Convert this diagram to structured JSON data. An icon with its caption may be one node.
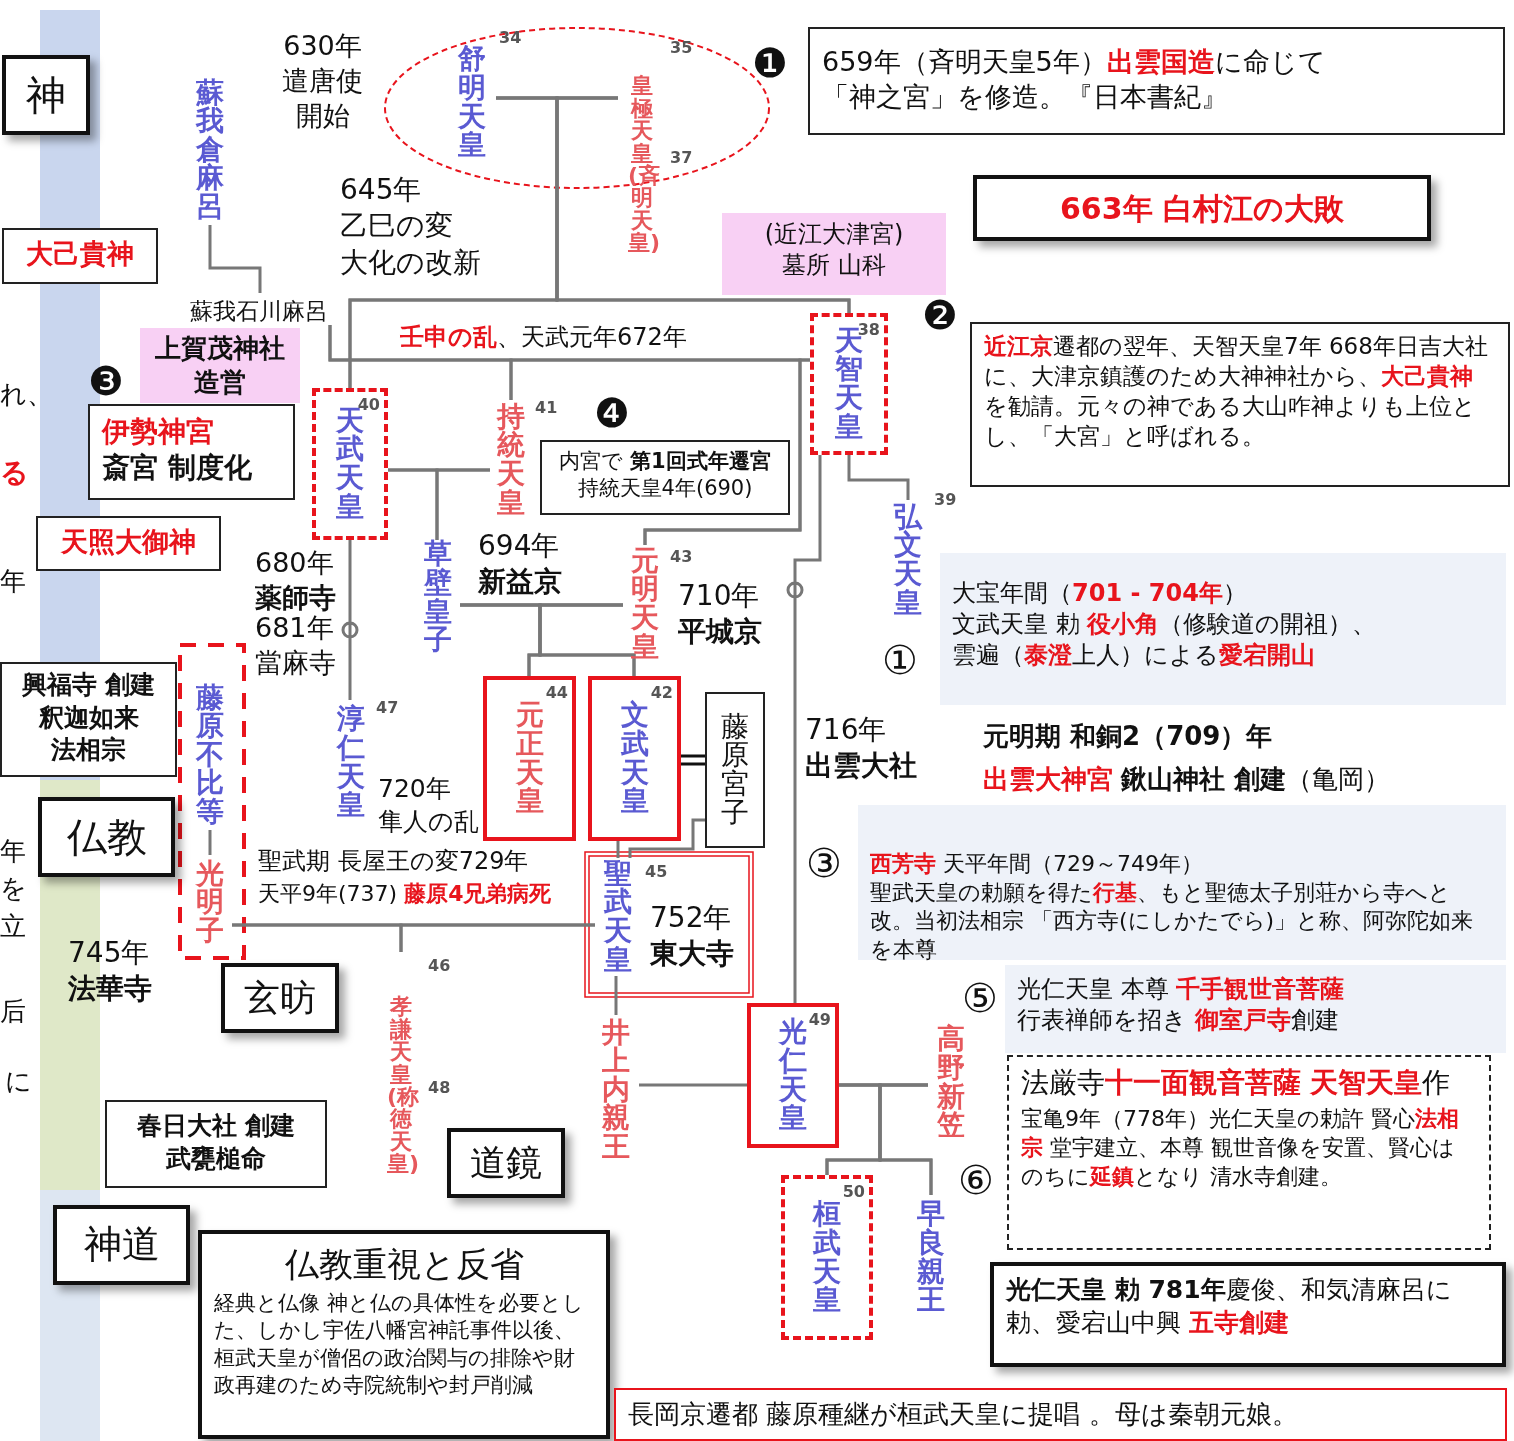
{
  "diagram": {
    "nodes": [
      {
        "text": [
          "神"
        ]
      },
      {
        "text": [
          "蘇我倉麻呂"
        ]
      },
      {
        "text": [
          "舒明天皇"
        ],
        "beside": [
          "34"
        ]
      },
      {
        "text": [
          "皇極天皇(斉明天皇)"
        ],
        "beside": [
          "35",
          "37"
        ]
      },
      {
        "text": [
          "大己貴神"
        ]
      },
      {
        "text": [
          "蘇我石川麻呂"
        ]
      },
      {
        "text": [
          "(近江大津宮)墓所 山科"
        ]
      },
      {
        "text": [
          "上賀茂神社造営"
        ]
      },
      {
        "text": [
          "伊勢神宮",
          "斎宮 制度化"
        ]
      },
      {
        "text": [
          "天照大御神"
        ]
      },
      {
        "text": [
          "天智天皇",
          "38"
        ]
      },
      {
        "text": [
          "天武天皇",
          "40"
        ]
      },
      {
        "text": [
          "持統天皇"
        ],
        "beside": [
          "41"
        ]
      },
      {
        "text": [
          "弘文天皇"
        ],
        "beside": [
          "39"
        ]
      },
      {
        "text": [
          "草壁皇子"
        ]
      },
      {
        "text": [
          "元明天皇"
        ],
        "beside": [
          "43"
        ]
      },
      {
        "text": [
          "藤原不比等"
        ]
      },
      {
        "text": [
          "光明子"
        ]
      },
      {
        "text": [
          "興福寺 創建釈迦如来法相宗"
        ]
      },
      {
        "text": [
          "淳仁天皇"
        ],
        "beside": [
          "47"
        ]
      },
      {
        "text": [
          "元正天皇",
          "44"
        ]
      },
      {
        "text": [
          "文武天皇",
          "42"
        ]
      },
      {
        "text": [
          "藤原宮子"
        ]
      },
      {
        "text": [
          "仏教"
        ]
      },
      {
        "text": [
          "聖武天皇"
        ],
        "beside": [
          "45"
        ]
      },
      {
        "text": [
          "玄昉"
        ]
      },
      {
        "text": [
          "孝謙天皇(称徳天皇)"
        ],
        "beside": [
          "46",
          "48"
        ]
      },
      {
        "text": [
          "井上内親王"
        ]
      },
      {
        "text": [
          "光仁天皇",
          "49"
        ]
      },
      {
        "text": [
          "高野新笠"
        ]
      },
      {
        "text": [
          "春日大社 創建武甕槌命"
        ]
      },
      {
        "text": [
          "道鏡"
        ]
      },
      {
        "text": [
          "桓武天皇",
          "50"
        ]
      },
      {
        "text": [
          "早良親王"
        ]
      },
      {
        "text": [
          "神道"
        ]
      },
      {
        "text": [
          "仏教重視と反省",
          "経典と仏像 神と仏の具体性を必要とした、しかし宇佐八幡宮神託事件以後、桓武天皇が僧侶の政治関与の排除や財政再建のため寺院統制や封戸削減"
        ]
      },
      {
        "text": [
          "長岡京遷都 藤原種継が桓武天皇に提唱 。母は秦朝元娘。"
        ]
      },
      {
        "text": [
          "659年（斉明天皇5年）**出雲国造**に命じて「神之宮」を修造。『日本書紀』"
        ],
        "beside": [
          "❶"
        ]
      },
      {
        "text": [
          "663年 白村江の大敗"
        ]
      },
      {
        "text": [
          "**近江京**遷都の翌年、天智天皇7年 668年日吉大社に、大津京鎮護のため大神神社から、**大己貴神**を勧請。元々の神である大山咋神よりも上位とし、「大宮」と呼ばれる。"
        ],
        "beside": [
          "❷"
        ]
      },
      {
        "text": [
          "内宮で **第1回式年遷宮**持統天皇4年(690)"
        ],
        "beside": [
          "❹"
        ]
      },
      {
        "text": [
          "大宝年間（**701 - 704年**）文武天皇 勅 **役小角**（修験道の開祖）、雲遍（**泰澄**上人）による**愛宕開山**"
        ],
        "beside": [
          "①"
        ]
      },
      {
        "text": [
          "**西芳寺** 天平年間（729～749年）聖武天皇の勅願を得た**行基**、もと聖徳太子別荘から寺へと改。当初法相宗 「西方寺(にしかたでら)」と称、阿弥陀如来を本尊"
        ],
        "beside": [
          "③"
        ]
      },
      {
        "text": [
          "光仁天皇 本尊 **千手観世音菩薩**行表禅師を招き **御室戸寺**創建"
        ],
        "beside": [
          "⑤"
        ]
      },
      {
        "text": [
          "法厳寺**十一面観音菩薩** **天智天皇**作",
          "宝亀9年（778年）光仁天皇の勅許 賢心**法相宗** 堂宇建立、本尊 観世音像を安置、賢心はのちに**延鎮**となり 清水寺創建。"
        ],
        "beside": [
          "⑥"
        ]
      },
      {
        "text": [
          "**光仁天皇 勅 781年**慶俊、和気清麻呂に勅、愛宕山中興 *五寺創建*"
        ]
      }
    ],
    "edges": [
      {
        "from": 2,
        "to": 3,
        "arrow": "none"
      },
      {
        "from": 2,
        "to": 10,
        "arrow": "none"
      },
      {
        "from": 3,
        "to": 10,
        "arrow": "none"
      },
      {
        "from": 2,
        "to": 11,
        "arrow": "none"
      },
      {
        "from": 3,
        "to": 11,
        "arrow": "none"
      },
      {
        "from": 1,
        "to": 5,
        "arrow": "none"
      },
      {
        "from": 5,
        "to": 12,
        "arrow": "none"
      },
      {
        "from": 5,
        "to": 15,
        "arrow": "none"
      },
      {
        "from": 10,
        "to": 12,
        "arrow": "none"
      },
      {
        "from": 10,
        "to": 15,
        "arrow": "none"
      },
      {
        "from": 11,
        "to": 12,
        "arrow": "none"
      },
      {
        "from": 11,
        "to": 14,
        "arrow": "none"
      },
      {
        "from": 12,
        "to": 14,
        "arrow": "none"
      },
      {
        "from": 14,
        "to": 15,
        "arrow": "none"
      },
      {
        "from": 14,
        "to": 20,
        "arrow": "none"
      },
      {
        "from": 15,
        "to": 20,
        "arrow": "none"
      },
      {
        "from": 14,
        "to": 21,
        "arrow": "none"
      },
      {
        "from": 15,
        "to": 21,
        "arrow": "none"
      },
      {
        "from": 21,
        "to": 22,
        "arrow": "none",
        "color": "#111111"
      },
      {
        "from": 21,
        "to": 24,
        "arrow": "none"
      },
      {
        "from": 22,
        "to": 24,
        "arrow": "none"
      },
      {
        "from": 16,
        "to": 17,
        "arrow": "none"
      },
      {
        "from": 24,
        "to": 17,
        "arrow": "none"
      },
      {
        "from": 24,
        "to": 26,
        "arrow": "none"
      },
      {
        "from": 17,
        "to": 26,
        "arrow": "none"
      },
      {
        "from": 24,
        "to": 27,
        "arrow": "none"
      },
      {
        "from": 11,
        "to": 19,
        "arrow": "none"
      },
      {
        "from": 10,
        "to": 13,
        "arrow": "none"
      },
      {
        "from": 10,
        "to": 28,
        "arrow": "none"
      },
      {
        "from": 27,
        "to": 28,
        "arrow": "none"
      },
      {
        "from": 28,
        "to": 29,
        "arrow": "none"
      },
      {
        "from": 28,
        "to": 32,
        "arrow": "none"
      },
      {
        "from": 29,
        "to": 32,
        "arrow": "none"
      },
      {
        "from": 28,
        "to": 33,
        "arrow": "none"
      },
      {
        "from": 29,
        "to": 33,
        "arrow": "none"
      }
    ],
    "labels": [
      "630年遣唐使開始",
      "645年乙巳の変大化の改新",
      "*壬申の乱*、天武元年672年",
      "680年**薬師寺**",
      "681年當麻寺",
      "694年**新益京**",
      "710年**平城京**",
      "720年隼人の乱",
      "聖武期 長屋王の変729年",
      "天平9年(737) *藤原4兄弟病死*",
      "745年**法華寺**",
      "752年**東大寺**",
      "716年**出雲大社**",
      "**元明期 和銅2（709）年**",
      "*出雲大神宮* **鍬山神社 創建**（亀岡）",
      "❸",
      "れ、",
      "*る*",
      "年",
      "年",
      "を",
      "立",
      "后",
      "に"
    ]
  }
}
